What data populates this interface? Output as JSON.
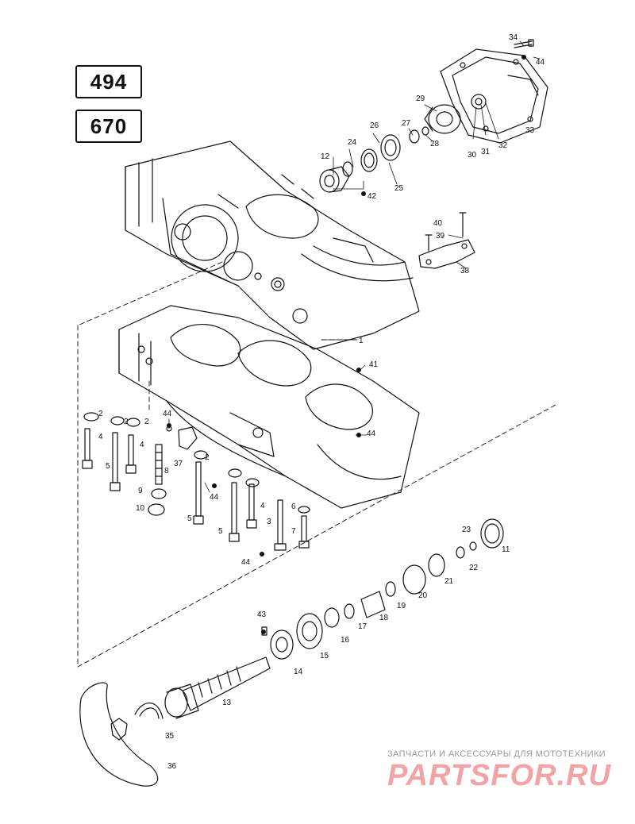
{
  "model_codes": [
    "494",
    "670"
  ],
  "callouts": [
    {
      "id": "1",
      "label": "1"
    },
    {
      "id": "2a",
      "label": "2"
    },
    {
      "id": "2b",
      "label": "2"
    },
    {
      "id": "2c",
      "label": "2"
    },
    {
      "id": "2d",
      "label": "2"
    },
    {
      "id": "3",
      "label": "3"
    },
    {
      "id": "4a",
      "label": "4"
    },
    {
      "id": "4b",
      "label": "4"
    },
    {
      "id": "4c",
      "label": "4"
    },
    {
      "id": "5a",
      "label": "5"
    },
    {
      "id": "5b",
      "label": "5"
    },
    {
      "id": "5c",
      "label": "5"
    },
    {
      "id": "6",
      "label": "6"
    },
    {
      "id": "7",
      "label": "7"
    },
    {
      "id": "8",
      "label": "8"
    },
    {
      "id": "9",
      "label": "9"
    },
    {
      "id": "10",
      "label": "10"
    },
    {
      "id": "11",
      "label": "11"
    },
    {
      "id": "12",
      "label": "12"
    },
    {
      "id": "13",
      "label": "13"
    },
    {
      "id": "14",
      "label": "14"
    },
    {
      "id": "15",
      "label": "15"
    },
    {
      "id": "16",
      "label": "16"
    },
    {
      "id": "17",
      "label": "17"
    },
    {
      "id": "18",
      "label": "18"
    },
    {
      "id": "19",
      "label": "19"
    },
    {
      "id": "20",
      "label": "20"
    },
    {
      "id": "21",
      "label": "21"
    },
    {
      "id": "22",
      "label": "22"
    },
    {
      "id": "23",
      "label": "23"
    },
    {
      "id": "24",
      "label": "24"
    },
    {
      "id": "25",
      "label": "25"
    },
    {
      "id": "26",
      "label": "26"
    },
    {
      "id": "27",
      "label": "27"
    },
    {
      "id": "28",
      "label": "28"
    },
    {
      "id": "29",
      "label": "29"
    },
    {
      "id": "30",
      "label": "30"
    },
    {
      "id": "31",
      "label": "31"
    },
    {
      "id": "32",
      "label": "32"
    },
    {
      "id": "33",
      "label": "33"
    },
    {
      "id": "34",
      "label": "34"
    },
    {
      "id": "35",
      "label": "35"
    },
    {
      "id": "36",
      "label": "36"
    },
    {
      "id": "37",
      "label": "37"
    },
    {
      "id": "38",
      "label": "38"
    },
    {
      "id": "39",
      "label": "39"
    },
    {
      "id": "40",
      "label": "40"
    },
    {
      "id": "41",
      "label": "41"
    },
    {
      "id": "42",
      "label": "42"
    },
    {
      "id": "43",
      "label": "43"
    },
    {
      "id": "44a",
      "label": "44"
    },
    {
      "id": "44b",
      "label": "44"
    },
    {
      "id": "44c",
      "label": "44"
    },
    {
      "id": "44d",
      "label": "44"
    },
    {
      "id": "44e",
      "label": "44"
    }
  ],
  "watermark": {
    "subtitle": "ЗАПЧАСТИ И АКСЕССУАРЫ ДЛЯ МОТОТЕХНИКИ",
    "logo": "PARTSFOR.RU"
  }
}
